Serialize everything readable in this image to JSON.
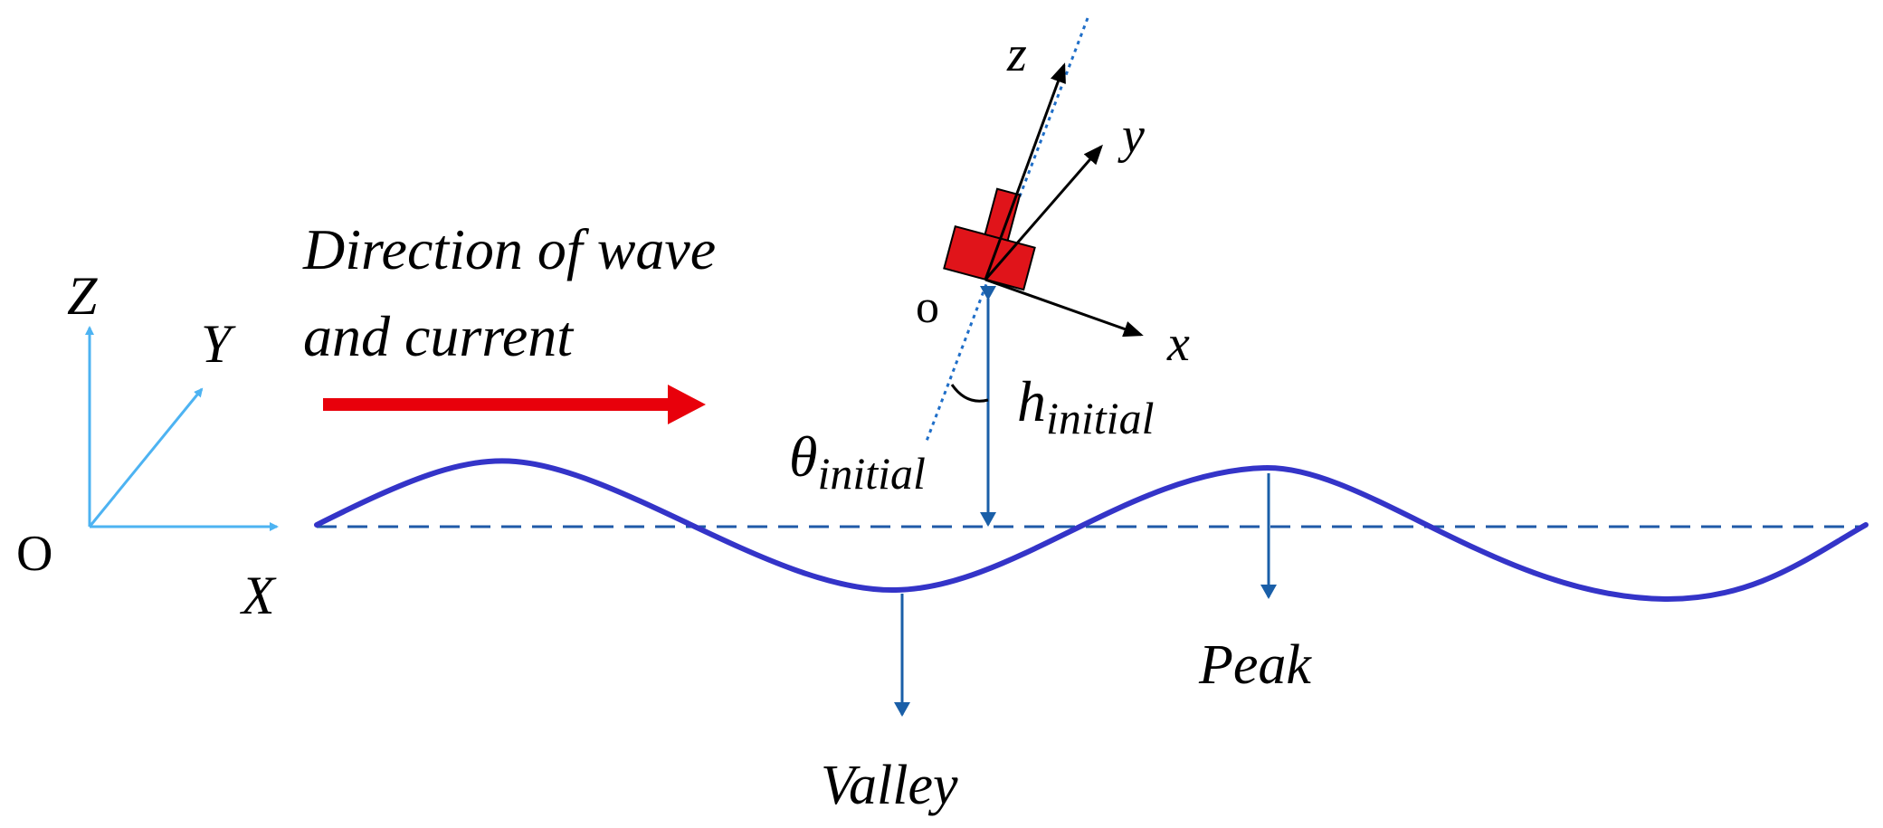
{
  "colors": {
    "global_axes": "#4db3f2",
    "wave": "#3434c8",
    "baseline": "#1f5aa8",
    "arrow": "#e8000b",
    "body": "#e0141a",
    "local_axes": "#000000",
    "markers": "#1a5fa8"
  },
  "global_axes": {
    "origin_label": "O",
    "x_label": "X",
    "y_label": "Y",
    "z_label": "Z"
  },
  "flow": {
    "line1": "Direction of wave",
    "line2": "and current"
  },
  "body_frame": {
    "origin_label": "o",
    "x_label": "x",
    "y_label": "y",
    "z_label": "z"
  },
  "height": {
    "symbol": "h",
    "subscript": "initial"
  },
  "angle": {
    "symbol": "θ",
    "subscript": "initial"
  },
  "wave": {
    "peak_label": "Peak",
    "valley_label": "Valley"
  }
}
